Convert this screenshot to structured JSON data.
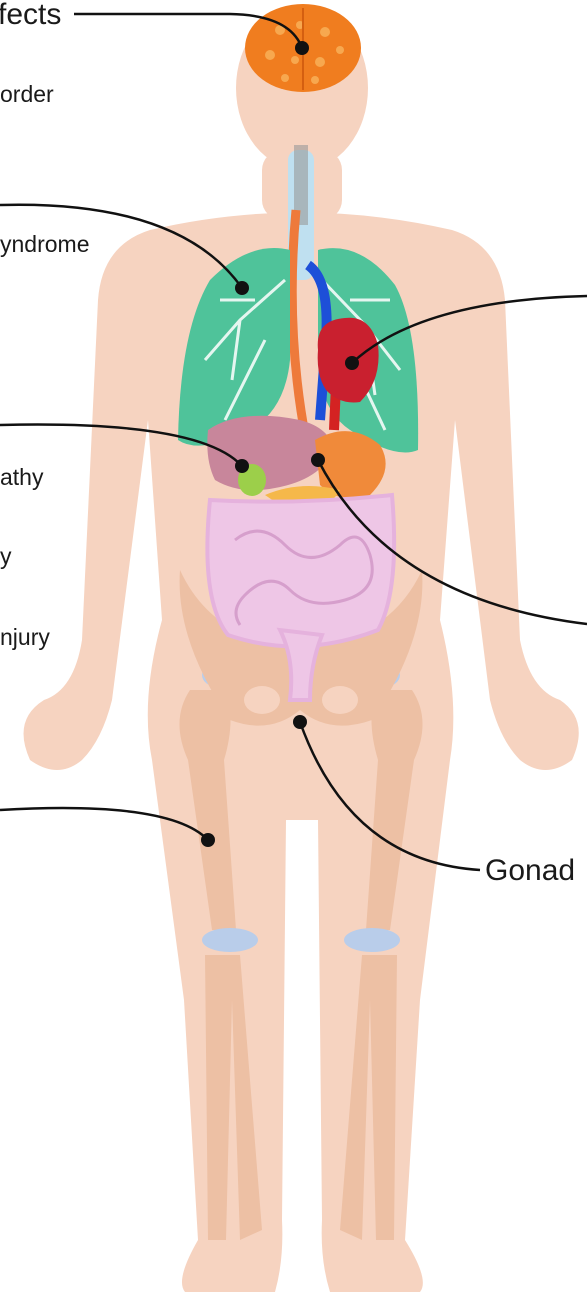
{
  "labels": {
    "brain": "fects",
    "brain_sub": "order",
    "lungs": "yndrome",
    "liver": "athy",
    "liver_sub1": "y",
    "liver_sub2": "njury",
    "gonads": "Gonad"
  },
  "colors": {
    "skin": "#f6d3c0",
    "bone": "#edc0a4",
    "lungs": "#4fc39a",
    "heart": "#c9202f",
    "brain": "#f07d1f",
    "intestines": "#eec6e6",
    "liver": "#c8869b",
    "artery": "#d42222",
    "vein": "#1d4fd8",
    "joint": "#b9cdea",
    "leader": "#111111"
  }
}
